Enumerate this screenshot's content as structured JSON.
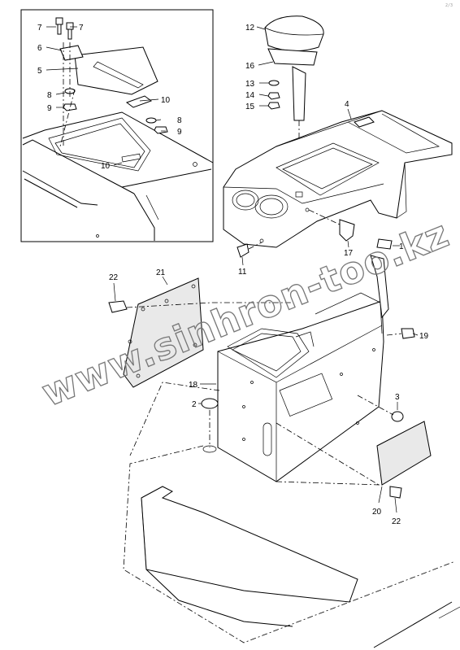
{
  "corner_mark": "2/3",
  "watermark": "www.sinhron-too.kz",
  "callouts": [
    {
      "text": "7"
    },
    {
      "text": "7"
    },
    {
      "text": "6"
    },
    {
      "text": "5"
    },
    {
      "text": "8"
    },
    {
      "text": "9"
    },
    {
      "text": "10"
    },
    {
      "text": "8"
    },
    {
      "text": "9"
    },
    {
      "text": "10"
    },
    {
      "text": "12"
    },
    {
      "text": "16"
    },
    {
      "text": "13"
    },
    {
      "text": "14"
    },
    {
      "text": "15"
    },
    {
      "text": "4"
    },
    {
      "text": "1"
    },
    {
      "text": "17"
    },
    {
      "text": "11"
    },
    {
      "text": "22"
    },
    {
      "text": "21"
    },
    {
      "text": "19"
    },
    {
      "text": "18"
    },
    {
      "text": "2"
    },
    {
      "text": "3"
    },
    {
      "text": "20"
    },
    {
      "text": "22"
    }
  ]
}
